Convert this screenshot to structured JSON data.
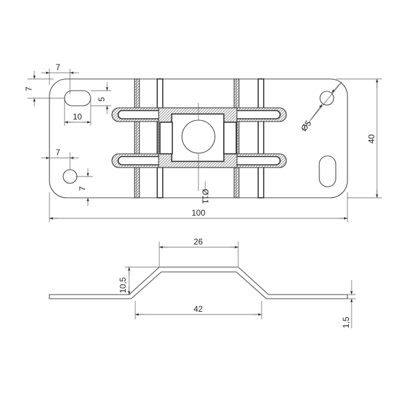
{
  "top_view": {
    "hole_edge_x": "7",
    "hole_edge_y": "7",
    "slot_length": "10",
    "slot_height": "5",
    "lower_hole_x": "7",
    "lower_hole_y": "7",
    "small_hole_dia": "Ø5",
    "plate_height": "40",
    "plate_length": "100",
    "center_hole_dia": "Ø11"
  },
  "side_view": {
    "top_flat_length": "26",
    "bend_height": "10,5",
    "base_span": "42",
    "thickness": "1,5"
  }
}
